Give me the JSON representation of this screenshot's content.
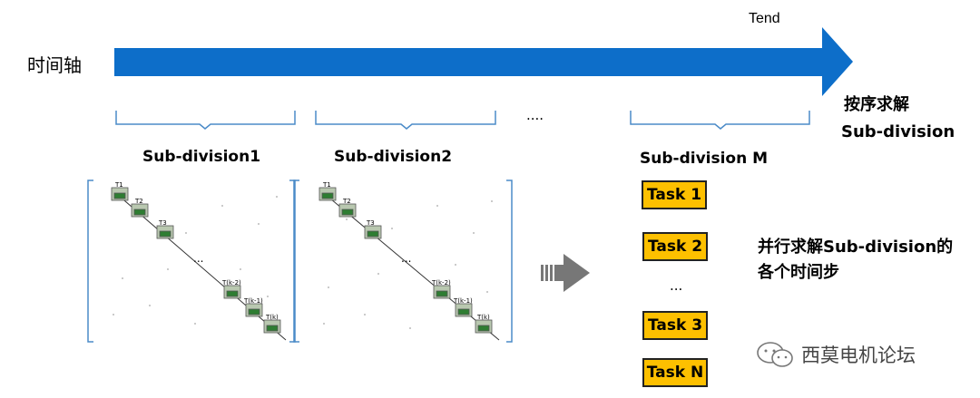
{
  "timeline": {
    "label": "时间轴",
    "end_label": "Tend",
    "color": "#0d6ec9"
  },
  "sequential_note": {
    "line1": "按序求解",
    "line2": "Sub-division"
  },
  "subdivisions": {
    "label1": "Sub-division1",
    "label2": "Sub-division2",
    "ellipsis": "....",
    "labelM": "Sub-division M"
  },
  "matrix": {
    "blocks": [
      "T1",
      "T2",
      "T3",
      "T(k-2)",
      "T(k-1)",
      "T(k)"
    ],
    "dots": "..."
  },
  "tasks": {
    "items": [
      "Task 1",
      "Task 2",
      "...",
      "Task 3",
      "Task N"
    ],
    "fill_color": "#fdc000"
  },
  "parallel_note": {
    "line1": "并行求解Sub-division的",
    "line2": "各个时间步"
  },
  "watermark": {
    "text": "西莫电机论坛",
    "icon": "wechat-icon"
  }
}
